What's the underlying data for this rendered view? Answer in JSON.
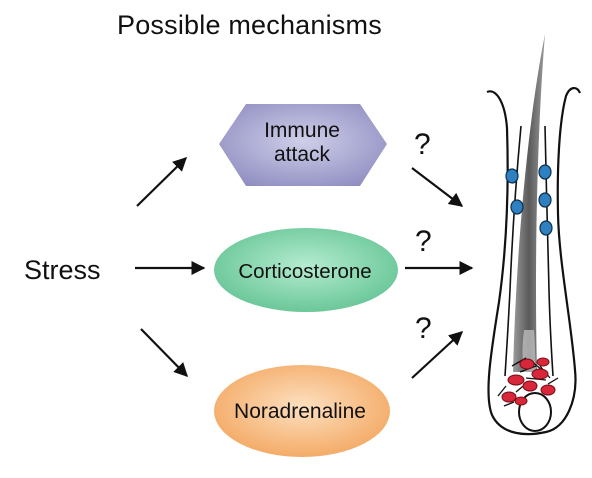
{
  "title": "Possible mechanisms",
  "source_node": {
    "label": "Stress"
  },
  "mechanisms": [
    {
      "label": "Immune\nattack",
      "shape": "hexagon",
      "color": "#a9a8d4"
    },
    {
      "label": "Corticosterone",
      "shape": "ellipse",
      "color": "#7fd0a8"
    },
    {
      "label": "Noradrenaline",
      "shape": "ellipse",
      "color": "#f6b77c"
    }
  ],
  "unknown_links": [
    "?",
    "?",
    "?"
  ],
  "target": {
    "icon": "hair-follicle-icon"
  },
  "colors": {
    "hexagon": "#a9a8d4",
    "corticosterone": "#7fd0a8",
    "noradrenaline": "#f6b77c",
    "stem_cells": "#2f80c0",
    "dermal_cells": "#d8263a"
  }
}
